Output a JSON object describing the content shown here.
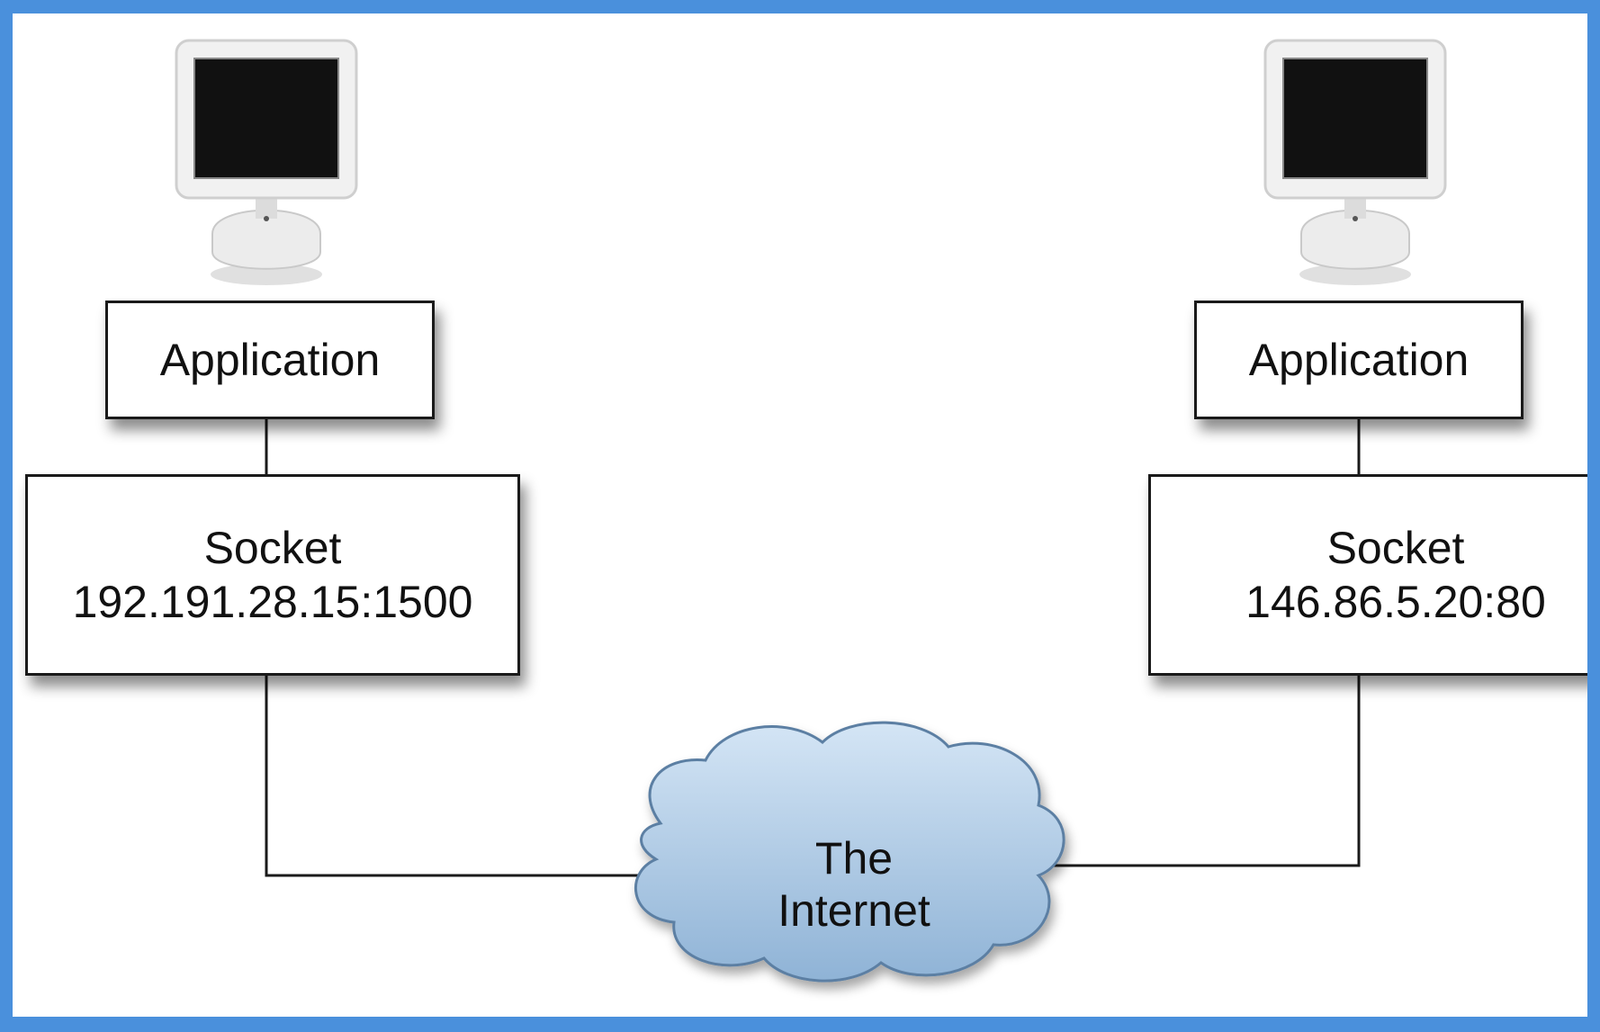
{
  "nodes": {
    "left_application": {
      "label": "Application"
    },
    "right_application": {
      "label": "Application"
    },
    "left_socket": {
      "title": "Socket",
      "address": "192.191.28.15:1500"
    },
    "right_socket": {
      "title": "Socket",
      "address": "146.86.5.20:80"
    },
    "internet": {
      "line1": "The",
      "line2": "Internet"
    }
  },
  "icons": {
    "left_computer": "desktop-computer-icon",
    "right_computer": "desktop-computer-icon",
    "internet": "cloud-icon"
  },
  "colors": {
    "frame_border": "#4a90dc",
    "cloud_fill": "#a9c8e6",
    "line": "#1a1a1a"
  }
}
